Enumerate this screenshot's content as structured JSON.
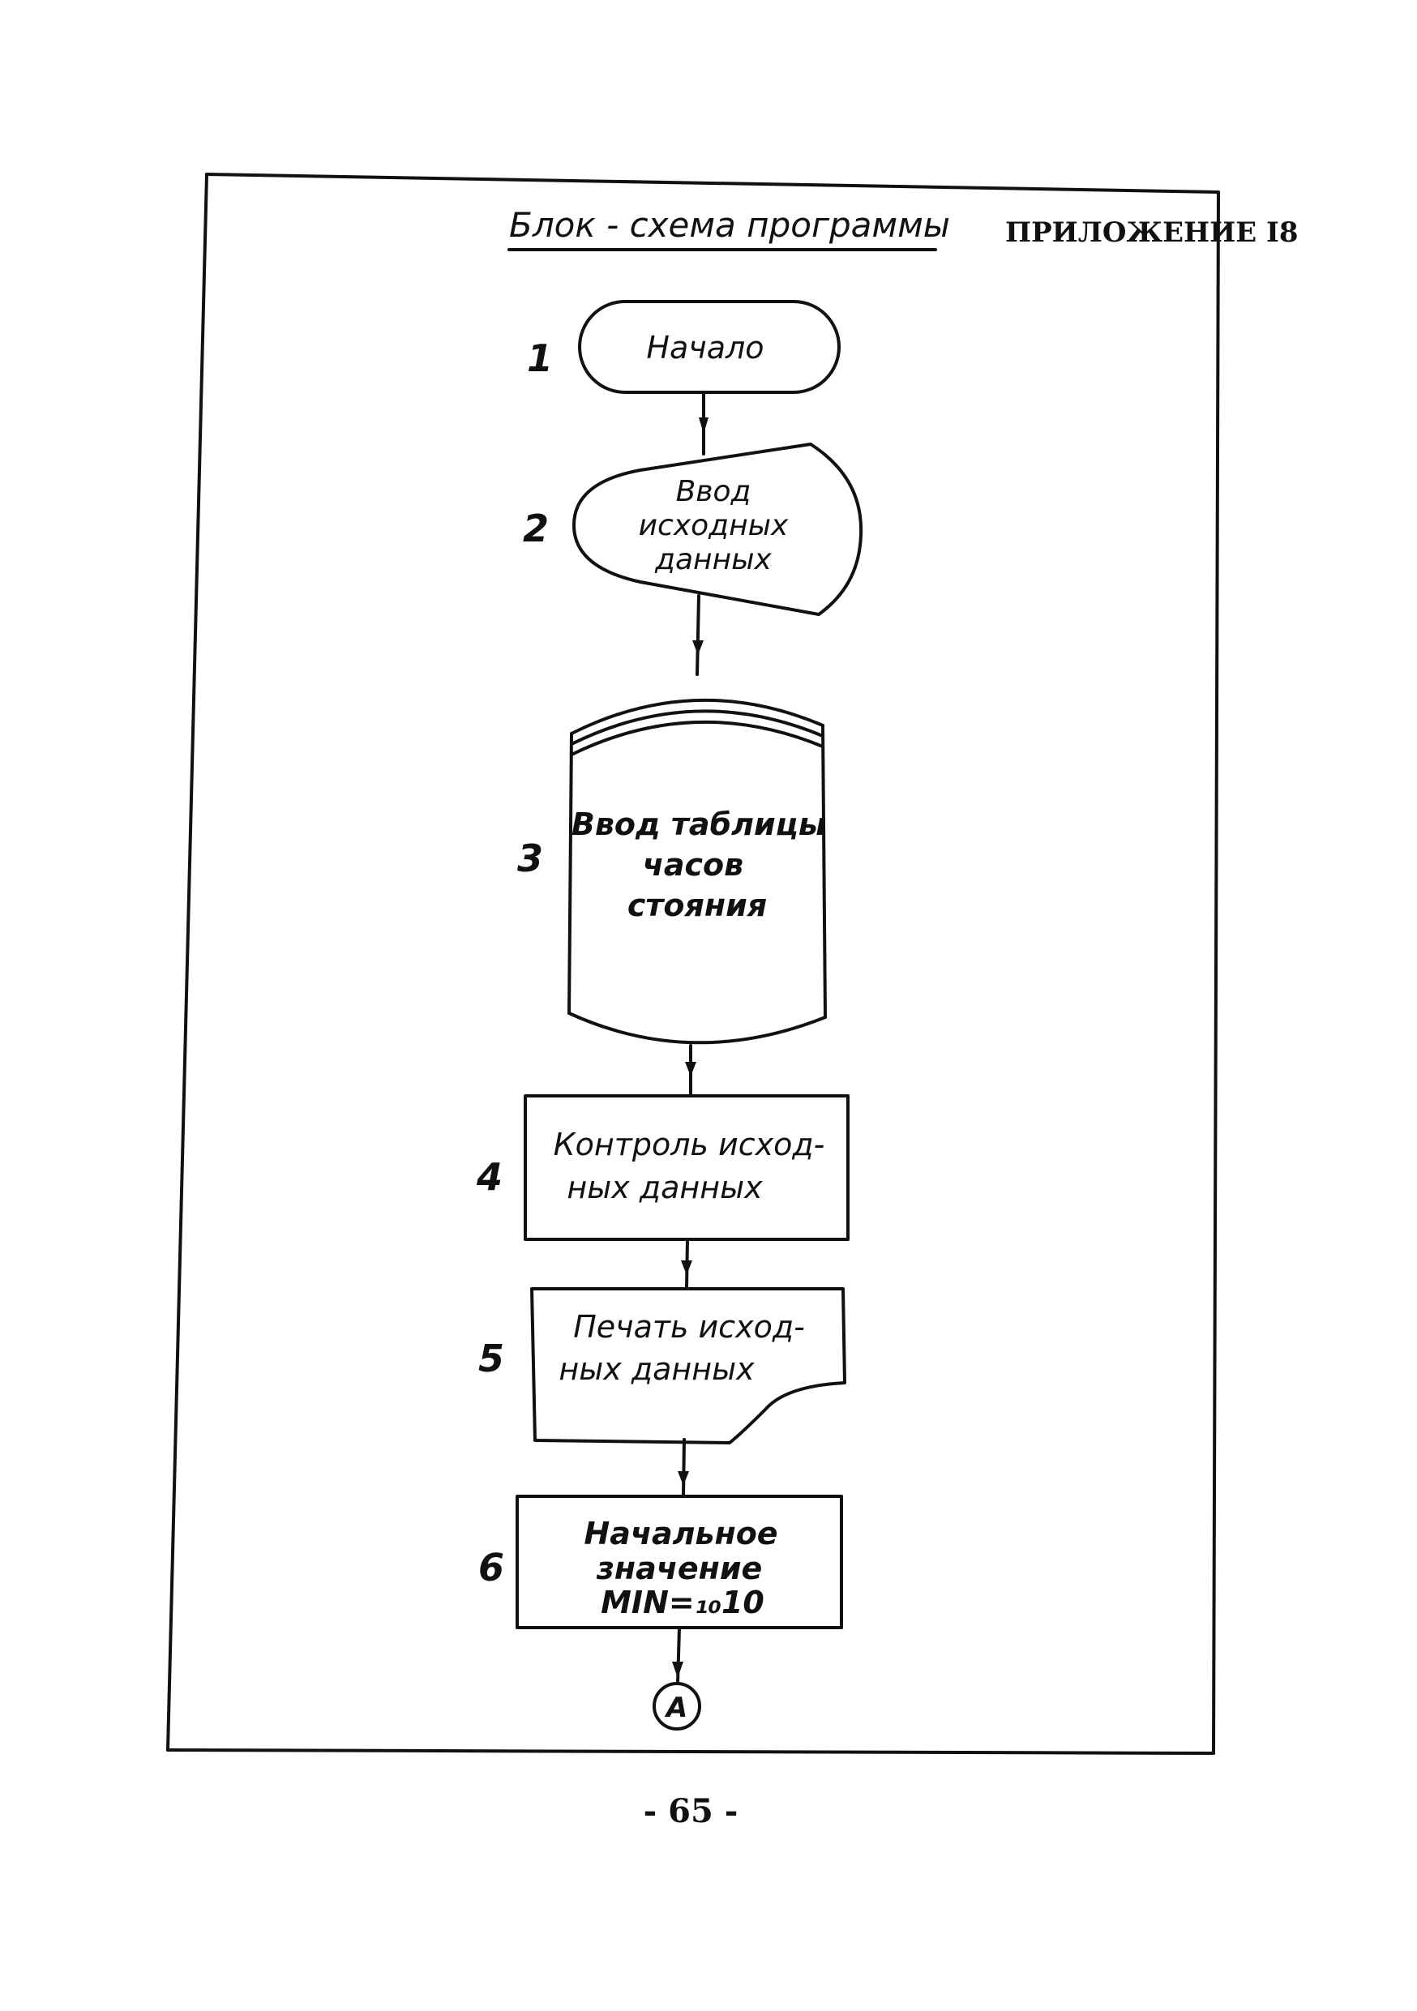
{
  "header": {
    "title": "Блок - схема программы",
    "appendix": "ПРИЛОЖЕНИЕ I8"
  },
  "blocks": [
    {
      "number": "1",
      "kind": "terminator",
      "lines": [
        "Начало"
      ]
    },
    {
      "number": "2",
      "kind": "manual-input",
      "lines": [
        "Ввод",
        "исходных",
        "данных"
      ]
    },
    {
      "number": "3",
      "kind": "punched-deck",
      "lines": [
        "Ввод таблицы",
        "часов",
        "стояния"
      ]
    },
    {
      "number": "4",
      "kind": "process",
      "lines": [
        "Контроль исход-",
        "ных данных"
      ]
    },
    {
      "number": "5",
      "kind": "document",
      "lines": [
        "Печать исход-",
        "ных данных"
      ]
    },
    {
      "number": "6",
      "kind": "process",
      "lines": [
        "Начальное",
        "значение",
        "MIN=₁₀10"
      ]
    }
  ],
  "connector": {
    "label": "A"
  },
  "footer": {
    "page_number": "- 65 -"
  },
  "colors": {
    "ink": "#111111",
    "paper": "#ffffff"
  }
}
